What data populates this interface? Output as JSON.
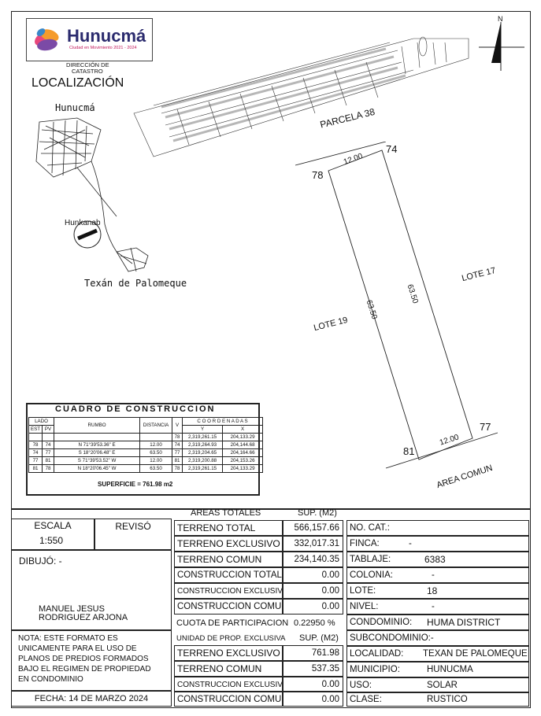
{
  "logo": {
    "name": "Hunucmá",
    "tagline": "Ciudad en Movimiento 2021 - 2024"
  },
  "department": [
    "DIRECCIÓN DE",
    "CATASTRO"
  ],
  "localizacion_title": "LOCALIZACIÓN",
  "map_labels": {
    "city": "Hunucmá",
    "village": "Hunkanab",
    "town": "Texán de Palomeque"
  },
  "north": "N",
  "parcel_label": "PARCELA 38",
  "plot": {
    "vertices": [
      "78",
      "74",
      "77",
      "81"
    ],
    "dimensions": [
      "12.00",
      "63.50",
      "63.50",
      "12.00"
    ],
    "neighbors": [
      "LOTE 17",
      "LOTE 19",
      "AREA COMUN"
    ]
  },
  "cuadro": {
    "title": "CUADRO DE CONSTRUCCION",
    "header_lado": "LADO",
    "header_est": "EST",
    "header_pv": "PV",
    "header_rumbo": "RUMBO",
    "header_distancia": "DISTANCIA",
    "header_v": "V",
    "header_coordenadas": "C O O R D E N A D A S",
    "header_y": "Y",
    "header_x": "X",
    "rows": [
      {
        "est": "",
        "pv": "",
        "rumbo": "",
        "dist": "",
        "v": "78",
        "y": "2,319,261.15",
        "x": "204,133.29"
      },
      {
        "est": "78",
        "pv": "74",
        "rumbo": "N  71°39'53.36\"  E",
        "dist": "12.00",
        "v": "74",
        "y": "2,319,264.93",
        "x": "204,144.68"
      },
      {
        "est": "74",
        "pv": "77",
        "rumbo": "S  18°20'06.48\"  E",
        "dist": "63.50",
        "v": "77",
        "y": "2,319,204.65",
        "x": "204,164.66"
      },
      {
        "est": "77",
        "pv": "81",
        "rumbo": "S  71°39'53.52\"  W",
        "dist": "12.00",
        "v": "81",
        "y": "2,319,200.88",
        "x": "204,153.26"
      },
      {
        "est": "81",
        "pv": "78",
        "rumbo": "N  18°20'06.45\"  W",
        "dist": "63.50",
        "v": "78",
        "y": "2,319,261.15",
        "x": "204,133.29"
      }
    ],
    "superficie": "SUPERFICIE = 761.98 m2"
  },
  "left_panel": {
    "escala_label": "ESCALA",
    "escala_value": "1:550",
    "reviso_label": "REVISÓ",
    "dibujo_label": "DIBUJÓ:  -",
    "drawer_name": [
      "MANUEL JESUS",
      "RODRIGUEZ ARJONA"
    ],
    "nota": [
      "NOTA: ESTE FORMATO ES",
      "UNICAMENTE PARA EL USO DE",
      "PLANOS DE PREDIOS FORMADOS",
      "BAJO EL REGIMEN DE PROPIEDAD",
      "EN CONDOMINIO"
    ],
    "fecha": "FECHA: 14 DE MARZO 2024"
  },
  "areas": {
    "header_label": "AREAS TOTALES",
    "header_unit": "SUP. (M2)",
    "rows": [
      {
        "label": "TERRENO TOTAL",
        "value": "566,157.66"
      },
      {
        "label": "TERRENO EXCLUSIVO",
        "value": "332,017.31"
      },
      {
        "label": "TERRENO COMUN",
        "value": "234,140.35"
      },
      {
        "label": "CONSTRUCCION TOTAL",
        "value": "0.00"
      },
      {
        "label": "CONSTRUCCION EXCLUSIVA",
        "value": "0.00"
      },
      {
        "label": "CONSTRUCCION COMUN",
        "value": "0.00"
      }
    ],
    "cuota_label": "CUOTA DE PARTICIPACION",
    "cuota_value": "0.22950  %",
    "unidad_label": "UNIDAD DE PROP. EXCLUSIVA",
    "unidad_unit": "SUP. (M2)",
    "unidad_rows": [
      {
        "label": "TERRENO EXCLUSIVO",
        "value": "761.98"
      },
      {
        "label": "TERRENO COMUN",
        "value": "537.35"
      },
      {
        "label": "CONSTRUCCION EXCLUSIVA",
        "value": "0.00"
      },
      {
        "label": "CONSTRUCCION COMUN",
        "value": "0.00"
      }
    ]
  },
  "info": [
    {
      "label": "NO. CAT.:",
      "value": ""
    },
    {
      "label": "FINCA:",
      "value": "-"
    },
    {
      "label": "TABLAJE:",
      "value": "6383"
    },
    {
      "label": "COLONIA:",
      "value": "-"
    },
    {
      "label": "LOTE:",
      "value": "18"
    },
    {
      "label": "NIVEL:",
      "value": "-"
    },
    {
      "label": "CONDOMINIO:",
      "value": "HUMA DISTRICT"
    },
    {
      "label": "SUBCONDOMINIO:",
      "value": "-"
    },
    {
      "label": "LOCALIDAD:",
      "value": "TEXAN DE PALOMEQUE"
    },
    {
      "label": "MUNICIPIO:",
      "value": "HUNUCMA"
    },
    {
      "label": "USO:",
      "value": "SOLAR"
    },
    {
      "label": "CLASE:",
      "value": "RUSTICO"
    }
  ]
}
